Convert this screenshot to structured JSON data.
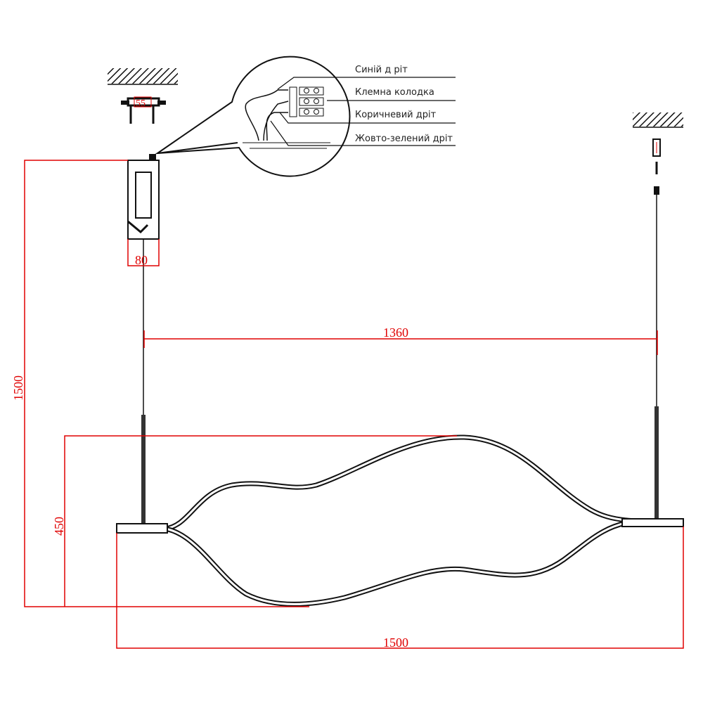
{
  "colors": {
    "dimension": "#e00000",
    "line": "#111111"
  },
  "callouts": {
    "blue_wire": "Синій д ріт",
    "terminal_block": "Клемна колодка",
    "brown_wire": "Коричневий дріт",
    "ground_wire": "Жовто-зелений дріт"
  },
  "dimensions": {
    "bracket_width": "55",
    "canopy_width": "80",
    "suspension_spacing": "1360",
    "total_height": "1500",
    "body_height": "450",
    "body_length": "1500"
  }
}
